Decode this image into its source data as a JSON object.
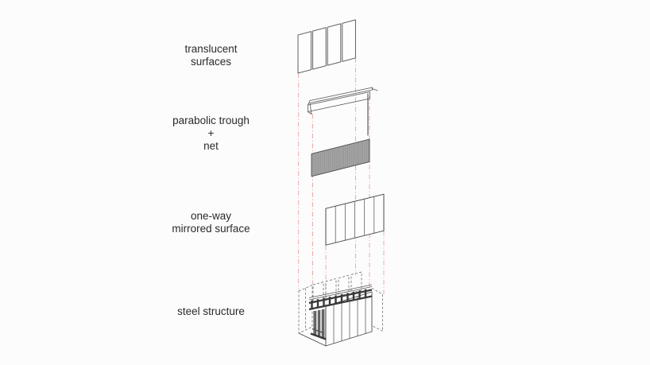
{
  "diagram": {
    "type": "exploded-axonometric-architecture-diagram",
    "labels": [
      {
        "id": "translucent-surfaces",
        "lines": [
          "translucent",
          "surfaces"
        ]
      },
      {
        "id": "parabolic-trough-net",
        "lines": [
          "parabolic trough",
          "+",
          "net"
        ]
      },
      {
        "id": "one-way-mirrored-surface",
        "lines": [
          "one-way",
          "mirrored surface"
        ]
      },
      {
        "id": "steel-structure",
        "lines": [
          "steel structure"
        ]
      }
    ],
    "layers": [
      {
        "name": "translucent surfaces",
        "depiction": "4 outlined vertical panels"
      },
      {
        "name": "parabolic trough + net",
        "depiction": "thin channel beam with hanger and gray shaded net panel"
      },
      {
        "name": "one-way mirrored surface",
        "depiction": "outlined wall of 6 vertical strips"
      },
      {
        "name": "steel structure",
        "depiction": "dark truss rails, posts and columns with dashed ghost panels"
      }
    ],
    "colors": {
      "background": "#fcfcfc",
      "outline": "#4a4a4a",
      "projection_line": "#eca2a2",
      "net_fill": "#a5a5a5",
      "net_stripe": "#8e8e8e",
      "steel_dark": "#383838",
      "text": "#2b2b2b"
    }
  }
}
